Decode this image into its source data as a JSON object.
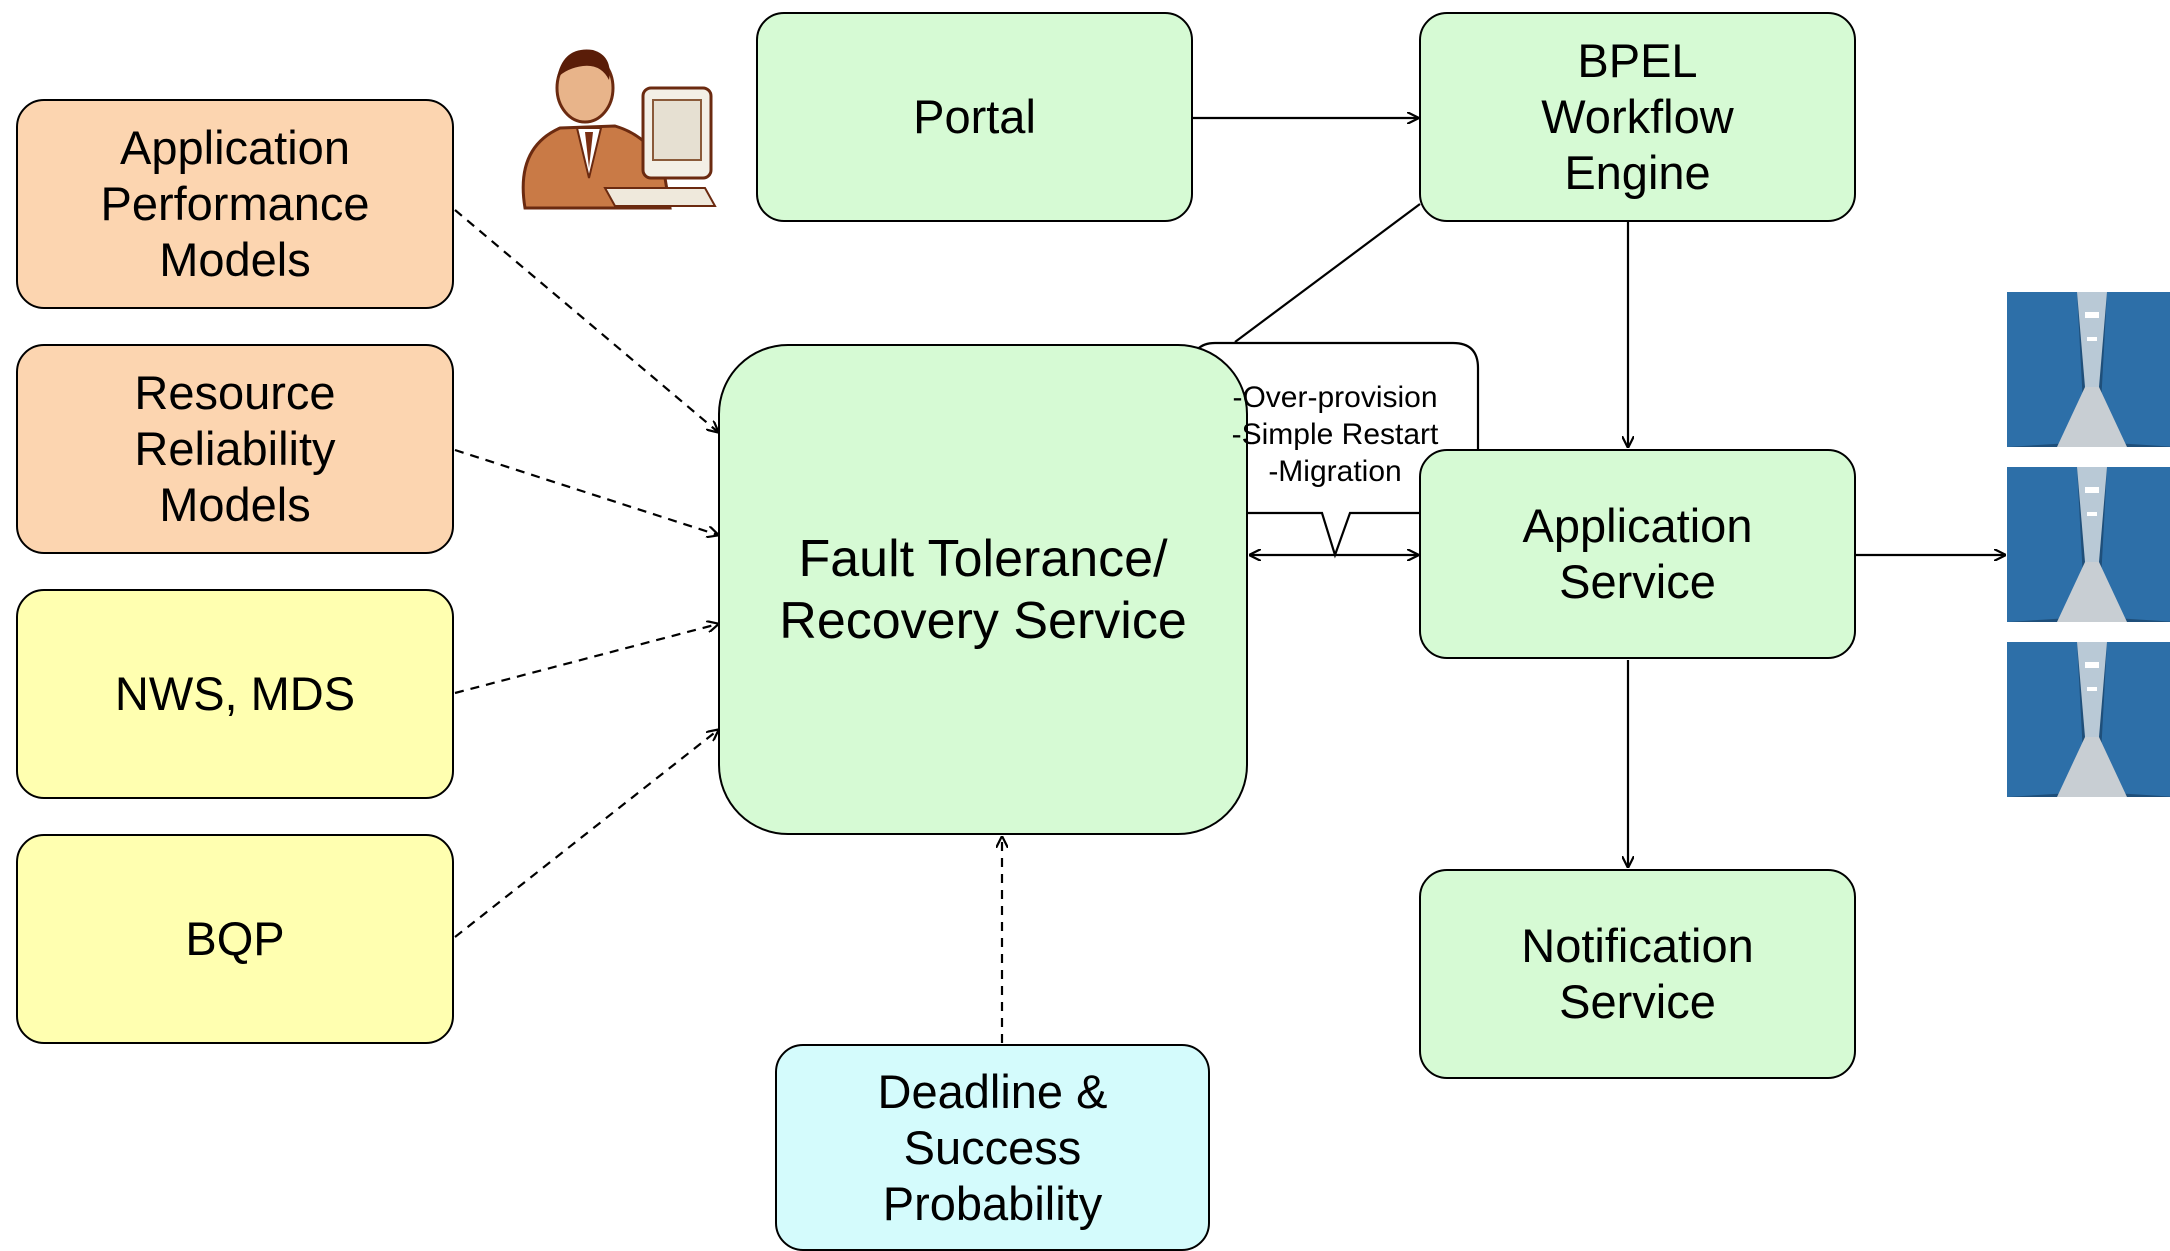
{
  "nodes": {
    "app_perf": "Application\nPerformance\nModels",
    "res_rel": "Resource\nReliability\nModels",
    "nws_mds": "NWS, MDS",
    "bqp": "BQP",
    "portal": "Portal",
    "bpel": "BPEL\nWorkflow\nEngine",
    "fault": "Fault Tolerance/\nRecovery Service",
    "app_service": "Application\nService",
    "notification": "Notification\nService",
    "deadline": "Deadline &\nSuccess\nProbability"
  },
  "callout": {
    "lines": "-Over-provision\n-Simple Restart\n-Migration"
  },
  "colors": {
    "orange": "#fcd5b0",
    "yellow": "#ffffb0",
    "green": "#d6fad4",
    "cyan": "#d4fbfc",
    "server_blue": "#2d6fa8"
  },
  "icons": {
    "user": "person-at-computer-icon",
    "servers": [
      "server-room-icon",
      "server-room-icon",
      "server-room-icon"
    ]
  }
}
